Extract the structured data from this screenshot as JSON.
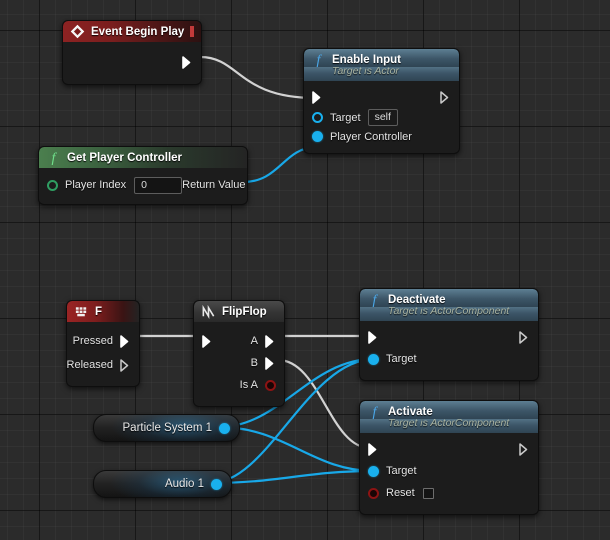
{
  "graph": {
    "title": "Blueprint Event Graph",
    "background_color": "#2b2b2b",
    "grid_color": "#000000",
    "wire_exec_color": "#d2d2d2",
    "wire_data_color": "#18a8e8"
  },
  "nodes": {
    "event_begin_play": {
      "title": "Event Begin Play",
      "icon": "event-diamond-icon",
      "header_color": "#8d2222",
      "delegate_pin": "delegate-output-pin",
      "outputs": [
        {
          "name": "exec",
          "label": "",
          "type": "exec",
          "connected": true
        }
      ]
    },
    "enable_input": {
      "title": "Enable Input",
      "subtitle": "Target is Actor",
      "icon": "function-f-icon",
      "header_color": "#3c5567",
      "inputs": [
        {
          "name": "exec-in",
          "label": "",
          "type": "exec",
          "connected": true
        },
        {
          "name": "target",
          "label": "Target",
          "type": "object",
          "value": "self",
          "connected": false
        },
        {
          "name": "player-controller",
          "label": "Player Controller",
          "type": "object",
          "connected": true
        }
      ],
      "outputs": [
        {
          "name": "exec-out",
          "label": "",
          "type": "exec",
          "connected": false
        }
      ]
    },
    "get_player_controller": {
      "title": "Get Player Controller",
      "icon": "function-f-icon",
      "header_color": "#4b7f4e",
      "inputs": [
        {
          "name": "player-index",
          "label": "Player Index",
          "type": "int",
          "value": "0",
          "connected": false
        }
      ],
      "outputs": [
        {
          "name": "return-value",
          "label": "Return Value",
          "type": "object",
          "connected": true
        }
      ]
    },
    "key_f": {
      "title": "F",
      "icon": "keyboard-key-icon",
      "header_color": "#9a2424",
      "outputs": [
        {
          "name": "pressed",
          "label": "Pressed",
          "type": "exec",
          "connected": true
        },
        {
          "name": "released",
          "label": "Released",
          "type": "exec",
          "connected": false
        }
      ]
    },
    "flip_flop": {
      "title": "FlipFlop",
      "icon": "flipflop-wave-icon",
      "header_color": "#3a3a3a",
      "inputs": [
        {
          "name": "exec-in",
          "label": "",
          "type": "exec",
          "connected": true
        }
      ],
      "outputs": [
        {
          "name": "a",
          "label": "A",
          "type": "exec",
          "connected": true
        },
        {
          "name": "b",
          "label": "B",
          "type": "exec",
          "connected": true
        },
        {
          "name": "is-a",
          "label": "Is A",
          "type": "bool",
          "connected": false
        }
      ]
    },
    "deactivate": {
      "title": "Deactivate",
      "subtitle": "Target is ActorComponent",
      "icon": "function-f-icon",
      "header_color": "#3c5567",
      "inputs": [
        {
          "name": "exec-in",
          "label": "",
          "type": "exec",
          "connected": true
        },
        {
          "name": "target",
          "label": "Target",
          "type": "object",
          "connected": true
        }
      ],
      "outputs": [
        {
          "name": "exec-out",
          "label": "",
          "type": "exec",
          "connected": false
        }
      ]
    },
    "activate": {
      "title": "Activate",
      "subtitle": "Target is ActorComponent",
      "icon": "function-f-icon",
      "header_color": "#3c5567",
      "inputs": [
        {
          "name": "exec-in",
          "label": "",
          "type": "exec",
          "connected": true
        },
        {
          "name": "target",
          "label": "Target",
          "type": "object",
          "connected": true
        },
        {
          "name": "reset",
          "label": "Reset",
          "type": "bool",
          "value": false,
          "connected": false
        }
      ],
      "outputs": [
        {
          "name": "exec-out",
          "label": "",
          "type": "exec",
          "connected": false
        }
      ]
    },
    "particle_system_1": {
      "title": "Particle System 1",
      "type": "variable-getter",
      "outputs": [
        {
          "name": "value",
          "label": "",
          "type": "object",
          "connected": true
        }
      ]
    },
    "audio_1": {
      "title": "Audio 1",
      "type": "variable-getter",
      "outputs": [
        {
          "name": "value",
          "label": "",
          "type": "object",
          "connected": true
        }
      ]
    }
  },
  "connections": [
    {
      "from": "event_begin_play.exec",
      "to": "enable_input.exec-in",
      "type": "exec"
    },
    {
      "from": "get_player_controller.return-value",
      "to": "enable_input.player-controller",
      "type": "data"
    },
    {
      "from": "key_f.pressed",
      "to": "flip_flop.exec-in",
      "type": "exec"
    },
    {
      "from": "flip_flop.a",
      "to": "deactivate.exec-in",
      "type": "exec"
    },
    {
      "from": "flip_flop.b",
      "to": "activate.exec-in",
      "type": "exec"
    },
    {
      "from": "particle_system_1.value",
      "to": "deactivate.target",
      "type": "data"
    },
    {
      "from": "particle_system_1.value",
      "to": "activate.target",
      "type": "data"
    },
    {
      "from": "audio_1.value",
      "to": "deactivate.target",
      "type": "data"
    },
    {
      "from": "audio_1.value",
      "to": "activate.target",
      "type": "data"
    }
  ]
}
